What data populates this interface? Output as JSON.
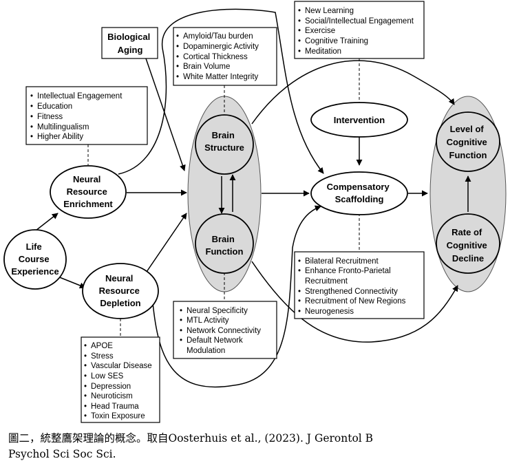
{
  "nodes": {
    "life_course": [
      "Life",
      "Course",
      "Experience"
    ],
    "enrichment": [
      "Neural",
      "Resource",
      "Enrichment"
    ],
    "depletion": [
      "Neural",
      "Resource",
      "Depletion"
    ],
    "biological_aging": [
      "Biological",
      "Aging"
    ],
    "brain_structure": [
      "Brain",
      "Structure"
    ],
    "brain_function": [
      "Brain",
      "Function"
    ],
    "intervention": [
      "Intervention"
    ],
    "compensatory": [
      "Compensatory",
      "Scaffolding"
    ],
    "level_cognitive": [
      "Level of",
      "Cognitive",
      "Function"
    ],
    "rate_decline": [
      "Rate of",
      "Cognitive",
      "Decline"
    ]
  },
  "lists": {
    "enrichment_factors": [
      "Intellectual Engagement",
      "Education",
      "Fitness",
      "Multilingualism",
      "Higher Ability"
    ],
    "structure_measures": [
      "Amyloid/Tau burden",
      "Dopaminergic Activity",
      "Cortical Thickness",
      "Brain Volume",
      "White Matter Integrity"
    ],
    "intervention_types": [
      "New Learning",
      "Social/Intellectual Engagement",
      "Exercise",
      "Cognitive Training",
      "Meditation"
    ],
    "scaffolding_mechanisms": [
      "Bilateral Recruitment",
      "Enhance Fronto-Parietal",
      "Recruitment",
      "Strengthened Connectivity",
      "Recruitment of New Regions",
      "Neurogenesis"
    ],
    "function_measures": [
      "Neural Specificity",
      "MTL Activity",
      "Network Connectivity",
      "Default Network",
      "Modulation"
    ],
    "depletion_factors": [
      "APOE",
      "Stress",
      "Vascular Disease",
      "Low SES",
      "Depression",
      "Neuroticism",
      "Head Trauma",
      "Toxin Exposure"
    ]
  },
  "caption": {
    "line1": "圖二，統整鷹架理論的概念。取自Oosterhuis  et  al.,  (2023).  J  Gerontol  B",
    "line2": "Psychol Sci Soc Sci."
  },
  "colors": {
    "line": "#000000",
    "gray_fill": "#d9d9d9",
    "box_fill": "#ffffff"
  }
}
